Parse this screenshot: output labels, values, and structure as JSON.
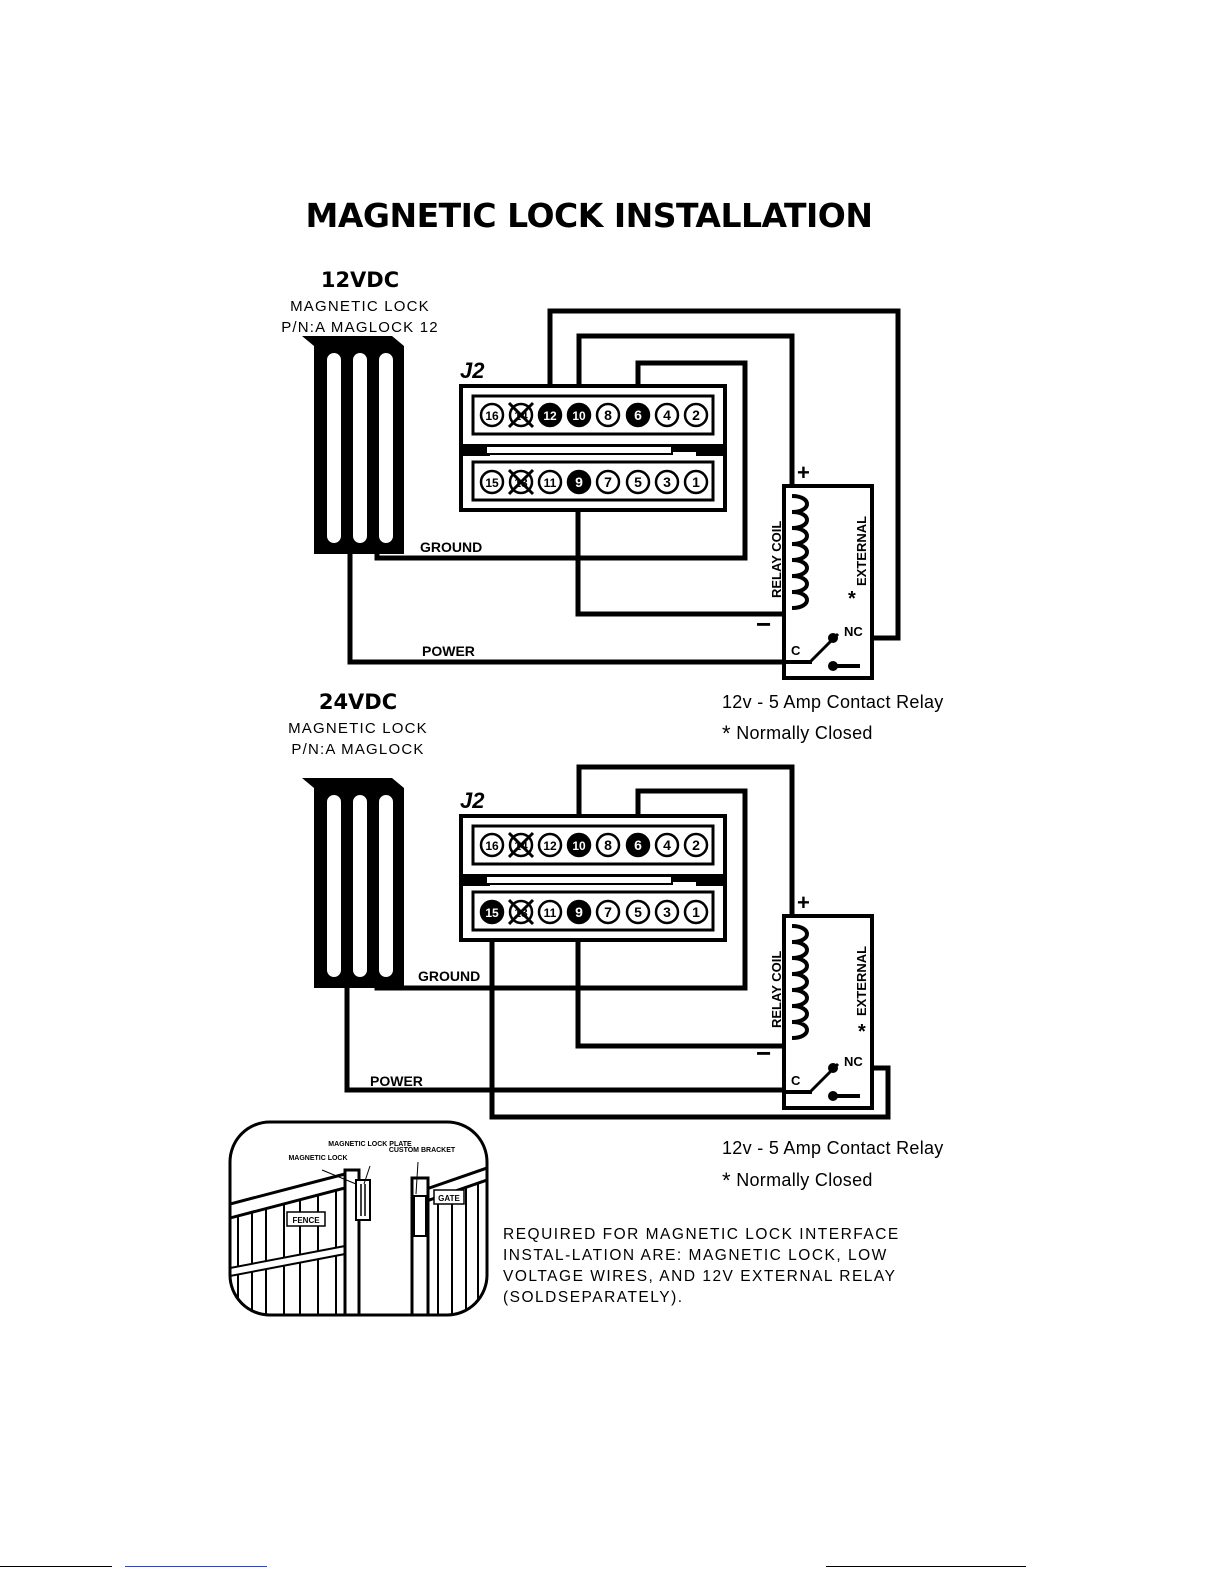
{
  "title": "MAGNETIC LOCK INSTALLATION",
  "diagrams": [
    {
      "voltage": "12VDC",
      "lock_line1": "MAGNETIC LOCK",
      "lock_line2": "P/N:A MAGLOCK 12",
      "connector": "J2",
      "top_pins": [
        "16",
        "14",
        "12",
        "10",
        "8",
        "6",
        "4",
        "2"
      ],
      "bottom_pins": [
        "15",
        "13",
        "11",
        "9",
        "7",
        "5",
        "3",
        "1"
      ],
      "ground_label": "GROUND",
      "power_label": "POWER",
      "relay_coil_label": "RELAY COIL",
      "external_label": "EXTERNAL",
      "plus": "+",
      "minus": "−",
      "nc": "NC",
      "c": "C",
      "asterisk": "*",
      "relay_note": "12v - 5 Amp Contact Relay",
      "closed_note": "Normally Closed"
    },
    {
      "voltage": "24VDC",
      "lock_line1": "MAGNETIC LOCK",
      "lock_line2": "P/N:A MAGLOCK",
      "connector": "J2",
      "top_pins": [
        "16",
        "14",
        "12",
        "10",
        "8",
        "6",
        "4",
        "2"
      ],
      "bottom_pins": [
        "15",
        "13",
        "11",
        "9",
        "7",
        "5",
        "3",
        "1"
      ],
      "ground_label": "GROUND",
      "power_label": "POWER",
      "relay_coil_label": "RELAY COIL",
      "external_label": "EXTERNAL",
      "plus": "+",
      "minus": "−",
      "nc": "NC",
      "c": "C",
      "asterisk": "*",
      "relay_note": "12v - 5 Amp Contact Relay",
      "closed_note": "Normally Closed"
    }
  ],
  "inset": {
    "magnetic_lock": "MAGNETIC LOCK",
    "lock_plate": "MAGNETIC LOCK PLATE",
    "bracket": "CUSTOM BRACKET",
    "fence": "FENCE",
    "gate": "GATE"
  },
  "requirement_text": "REQUIRED FOR MAGNETIC LOCK INTERFACE INSTAL-LATION ARE: MAGNETIC LOCK, LOW VOLTAGE WIRES, AND 12V EXTERNAL RELAY (SOLDSEPARATELY)."
}
